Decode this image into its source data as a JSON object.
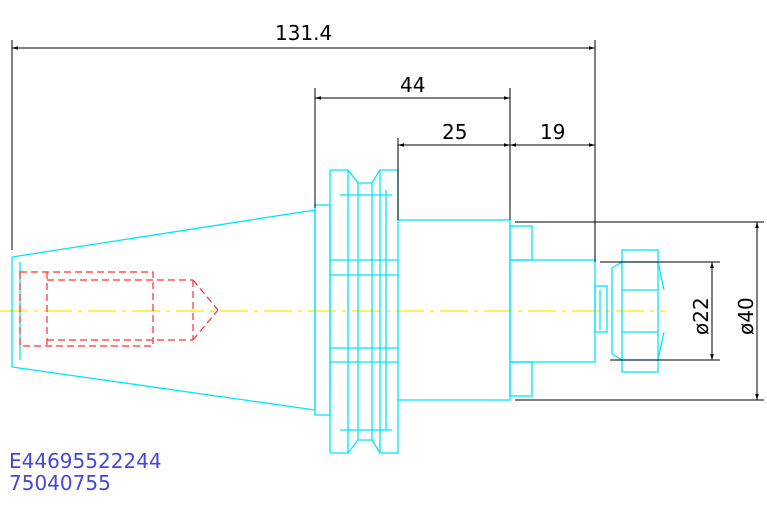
{
  "dimensions": {
    "overall_length": "131.4",
    "flange_to_gauge": "44",
    "body_length": "25",
    "nose_length": "19",
    "diameter_small": "ø22",
    "diameter_large": "ø40"
  },
  "codes": {
    "line1": "E44695522244",
    "line2": "75040755"
  },
  "colors": {
    "outline": "#00e5ff",
    "hidden": "#ff3030",
    "centerline": "#ffe600",
    "dimension": "#000000",
    "code_text": "#4646d8"
  }
}
